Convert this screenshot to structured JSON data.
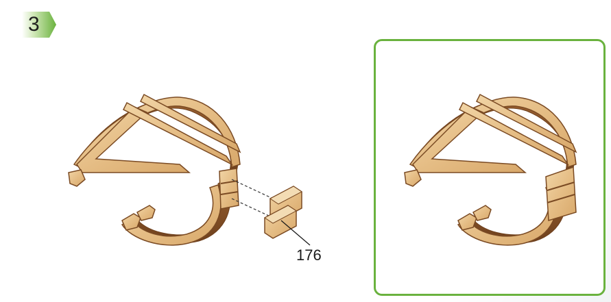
{
  "step": {
    "number": "3"
  },
  "callout": {
    "part_number": "176"
  },
  "colors": {
    "step_badge_green": "#6ab23e",
    "frame_green": "#6ab23e",
    "wood_light": "#e9c48f",
    "wood_dark": "#7a4a23"
  },
  "icons": {
    "step_badge": "arrow-tab-shape",
    "leader_line": "callout-line"
  }
}
